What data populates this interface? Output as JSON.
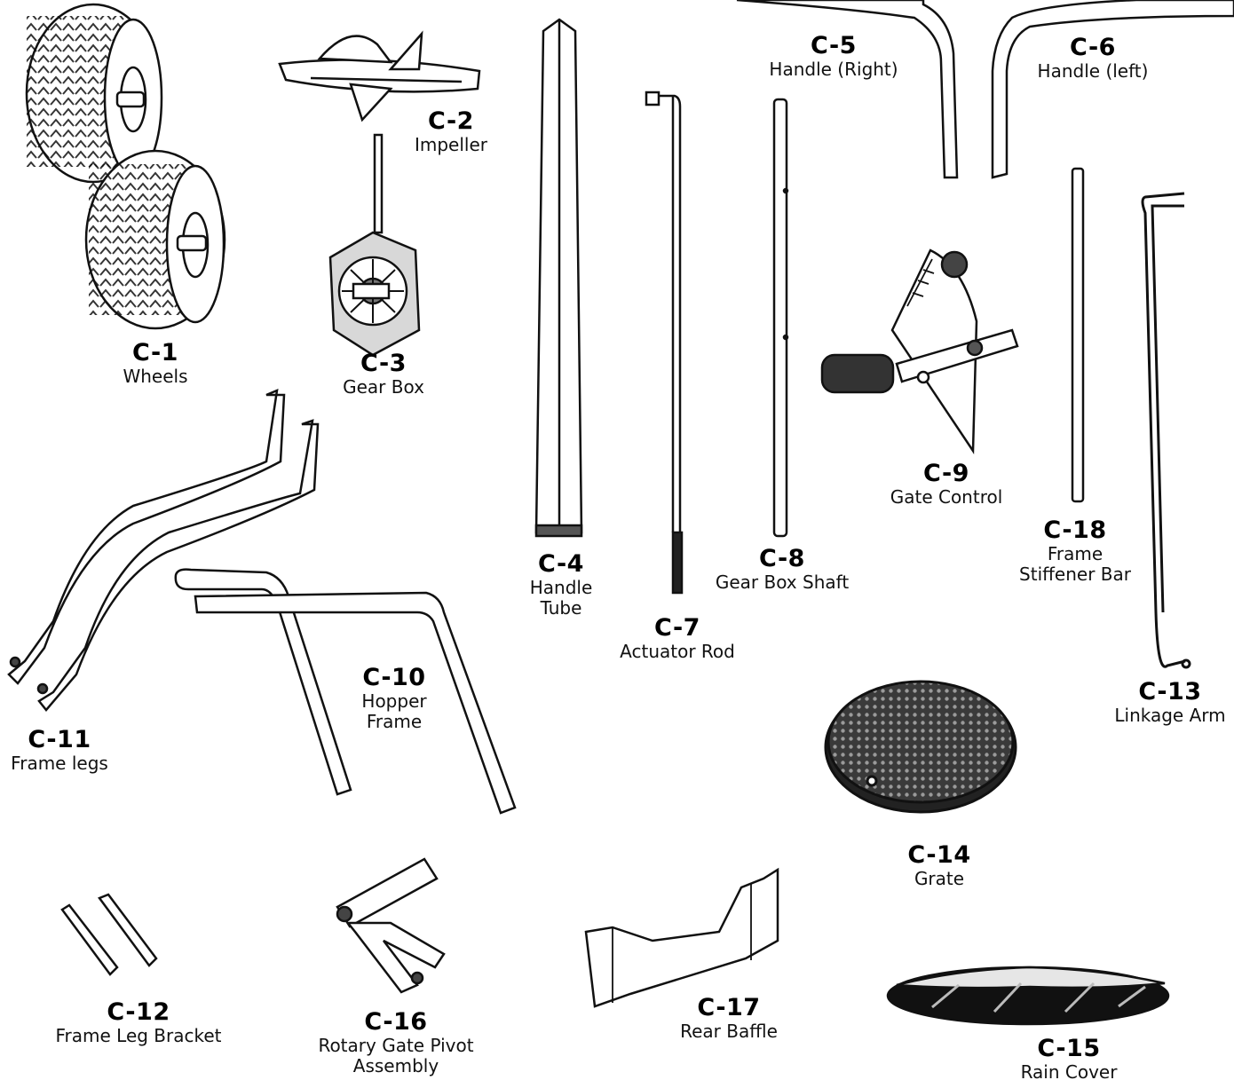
{
  "parts": [
    {
      "id": "c1",
      "code": "C-1",
      "name": "Wheels"
    },
    {
      "id": "c2",
      "code": "C-2",
      "name": "Impeller"
    },
    {
      "id": "c3",
      "code": "C-3",
      "name": "Gear Box"
    },
    {
      "id": "c4",
      "code": "C-4",
      "name": "Handle\nTube"
    },
    {
      "id": "c5",
      "code": "C-5",
      "name": "Handle (Right)"
    },
    {
      "id": "c6",
      "code": "C-6",
      "name": "Handle (left)"
    },
    {
      "id": "c7",
      "code": "C-7",
      "name": "Actuator Rod"
    },
    {
      "id": "c8",
      "code": "C-8",
      "name": "Gear Box Shaft"
    },
    {
      "id": "c9",
      "code": "C-9",
      "name": "Gate Control"
    },
    {
      "id": "c10",
      "code": "C-10",
      "name": "Hopper\nFrame"
    },
    {
      "id": "c11",
      "code": "C-11",
      "name": "Frame legs"
    },
    {
      "id": "c12",
      "code": "C-12",
      "name": "Frame Leg Bracket"
    },
    {
      "id": "c13",
      "code": "C-13",
      "name": "Linkage Arm"
    },
    {
      "id": "c14",
      "code": "C-14",
      "name": "Grate"
    },
    {
      "id": "c15",
      "code": "C-15",
      "name": "Rain Cover"
    },
    {
      "id": "c16",
      "code": "C-16",
      "name": "Rotary Gate Pivot\nAssembly"
    },
    {
      "id": "c17",
      "code": "C-17",
      "name": "Rear Baffle"
    },
    {
      "id": "c18",
      "code": "C-18",
      "name": "Frame\nStiffener Bar"
    }
  ]
}
